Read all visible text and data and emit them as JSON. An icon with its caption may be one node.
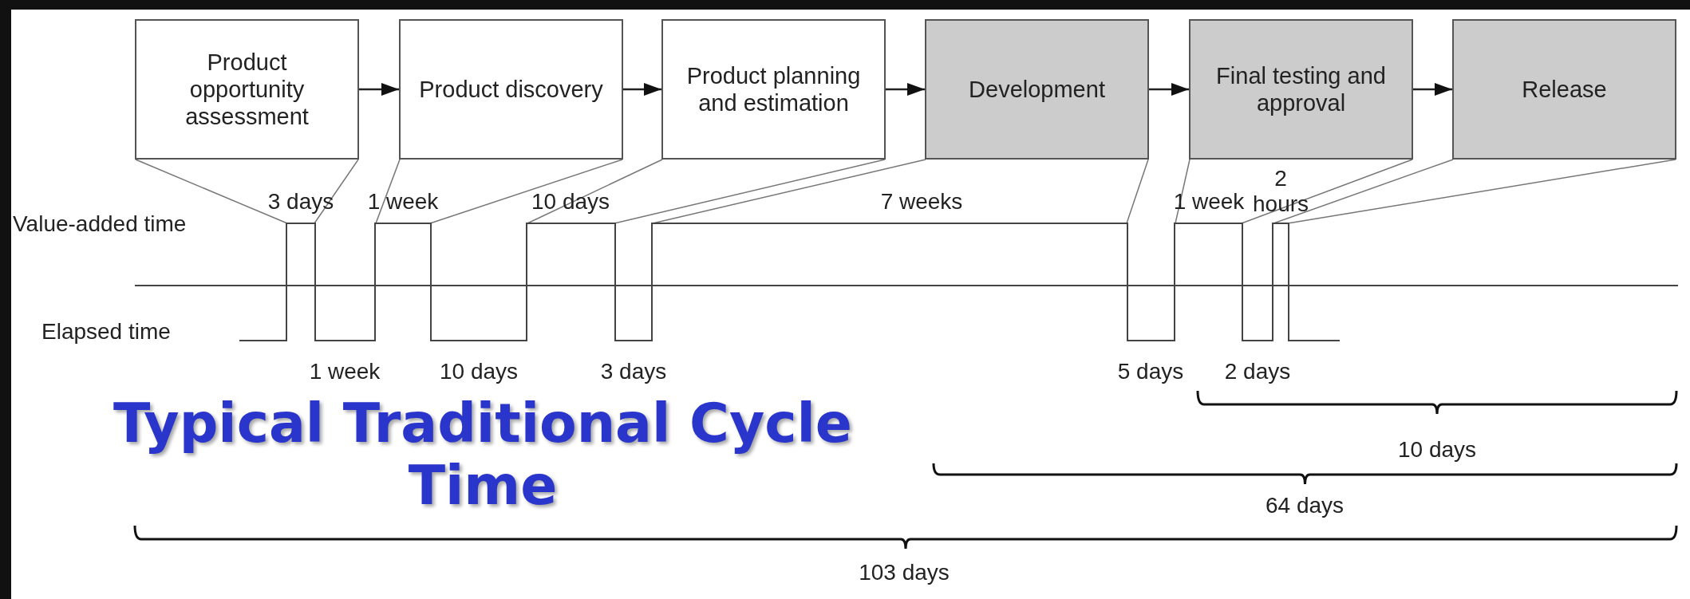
{
  "diagram": {
    "title": "Typical Traditional Cycle Time",
    "nodes": [
      {
        "text": [
          "Product opportunity assessment"
        ]
      },
      {
        "text": [
          "Product discovery"
        ]
      },
      {
        "text": [
          "Product planning and estimation"
        ]
      },
      {
        "text": [
          "Development"
        ]
      },
      {
        "text": [
          "Final testing and approval"
        ]
      },
      {
        "text": [
          "Release"
        ]
      },
      {
        "text": [],
        "shape": "bar",
        "beside": [
          "3 days"
        ]
      },
      {
        "text": [],
        "shape": "bar",
        "beside": [
          "1 week"
        ]
      },
      {
        "text": [],
        "shape": "bar",
        "beside": [
          "10 days"
        ]
      },
      {
        "text": [],
        "shape": "bar",
        "beside": [
          "7 weeks"
        ]
      },
      {
        "text": [],
        "shape": "bar",
        "beside": [
          "1 week"
        ]
      },
      {
        "text": [],
        "shape": "bar",
        "beside": [
          "2 hours"
        ]
      }
    ],
    "edges": [
      {
        "from": 0,
        "to": 1,
        "arrow": "to"
      },
      {
        "from": 1,
        "to": 2,
        "arrow": "to"
      },
      {
        "from": 2,
        "to": 3,
        "arrow": "to"
      },
      {
        "from": 3,
        "to": 4,
        "arrow": "to"
      },
      {
        "from": 4,
        "to": 5,
        "arrow": "to"
      },
      {
        "from": 0,
        "to": 6,
        "arrow": "none"
      },
      {
        "from": 0,
        "to": 6,
        "arrow": "none"
      },
      {
        "from": 1,
        "to": 7,
        "arrow": "none"
      },
      {
        "from": 1,
        "to": 7,
        "arrow": "none"
      },
      {
        "from": 2,
        "to": 8,
        "arrow": "none"
      },
      {
        "from": 2,
        "to": 8,
        "arrow": "none"
      },
      {
        "from": 3,
        "to": 9,
        "arrow": "none"
      },
      {
        "from": 3,
        "to": 9,
        "arrow": "none"
      },
      {
        "from": 4,
        "to": 10,
        "arrow": "none"
      },
      {
        "from": 4,
        "to": 10,
        "arrow": "none"
      },
      {
        "from": 5,
        "to": 11,
        "arrow": "none"
      },
      {
        "from": 5,
        "to": 11,
        "arrow": "none"
      }
    ],
    "labels": [
      "Value-added time",
      "Elapsed time",
      "1 week",
      "10 days",
      "3 days",
      "5 days",
      "2 days",
      "10 days",
      "64 days",
      "103 days"
    ]
  }
}
